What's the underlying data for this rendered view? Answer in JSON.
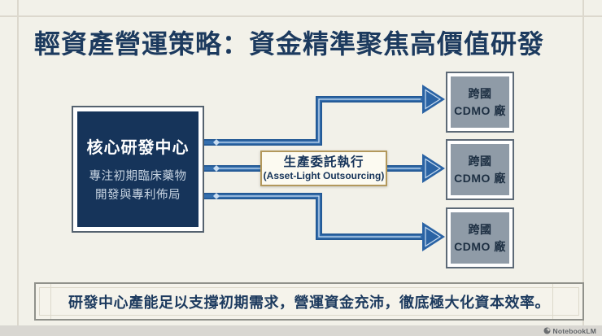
{
  "title": "輕資產營運策略：資金精準聚焦高價值研發",
  "diagram": {
    "core_box": {
      "title": "核心研發中心",
      "subtitle_line1": "專注初期臨床藥物",
      "subtitle_line2": "開發與專利佈局"
    },
    "label_box": {
      "line1": "生產委託執行",
      "line2": "(Asset-Light Outsourcing)"
    },
    "cdmo_boxes": [
      {
        "line1": "跨國",
        "line2": "CDMO 廠"
      },
      {
        "line1": "跨國",
        "line2": "CDMO 廠"
      },
      {
        "line1": "跨國",
        "line2": "CDMO 廠"
      }
    ],
    "arrow_count": 3
  },
  "banner": {
    "text": "研發中心產能足以支撐初期需求，營運資金充沛，徹底極大化資本效率。"
  },
  "footer": {
    "watermark": "NotebookLM"
  },
  "colors": {
    "background": "#f2f1e9",
    "navy": "#16345a",
    "title_navy": "#1c3a5e",
    "arrow_blue": "#2a63a4",
    "arrow_blue_dark": "#235894",
    "arrow_highlight": "#c9ddf1",
    "gold_border": "#b3985c",
    "cdmo_gray": "#8f9ba7",
    "frame_line": "#dcd8cd",
    "footer_strip": "#d9d7d2"
  }
}
